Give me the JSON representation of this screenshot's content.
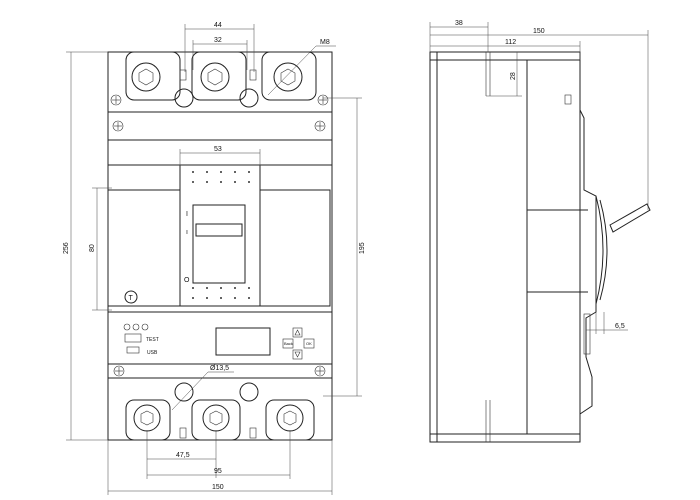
{
  "front_view": {
    "dimensions": {
      "top_pitch": "44",
      "top_inner": "32",
      "thread": "M8",
      "window_width": "53",
      "handle_height": "80",
      "overall_height": "256",
      "mount_height": "195",
      "hole_dia": "Ø13,5",
      "pitch_half": "47,5",
      "pitch_full": "95",
      "overall_width": "150"
    },
    "labels": {
      "on": "I",
      "off": "O",
      "test_button": "T",
      "test_label": "TEST",
      "usb_label": "USB",
      "back_key": "Back",
      "ok_key": "OK"
    }
  },
  "side_view": {
    "dimensions": {
      "depth_38": "38",
      "depth_150": "150",
      "depth_112": "112",
      "height_28": "28",
      "offset_6_5": "6,5"
    }
  }
}
